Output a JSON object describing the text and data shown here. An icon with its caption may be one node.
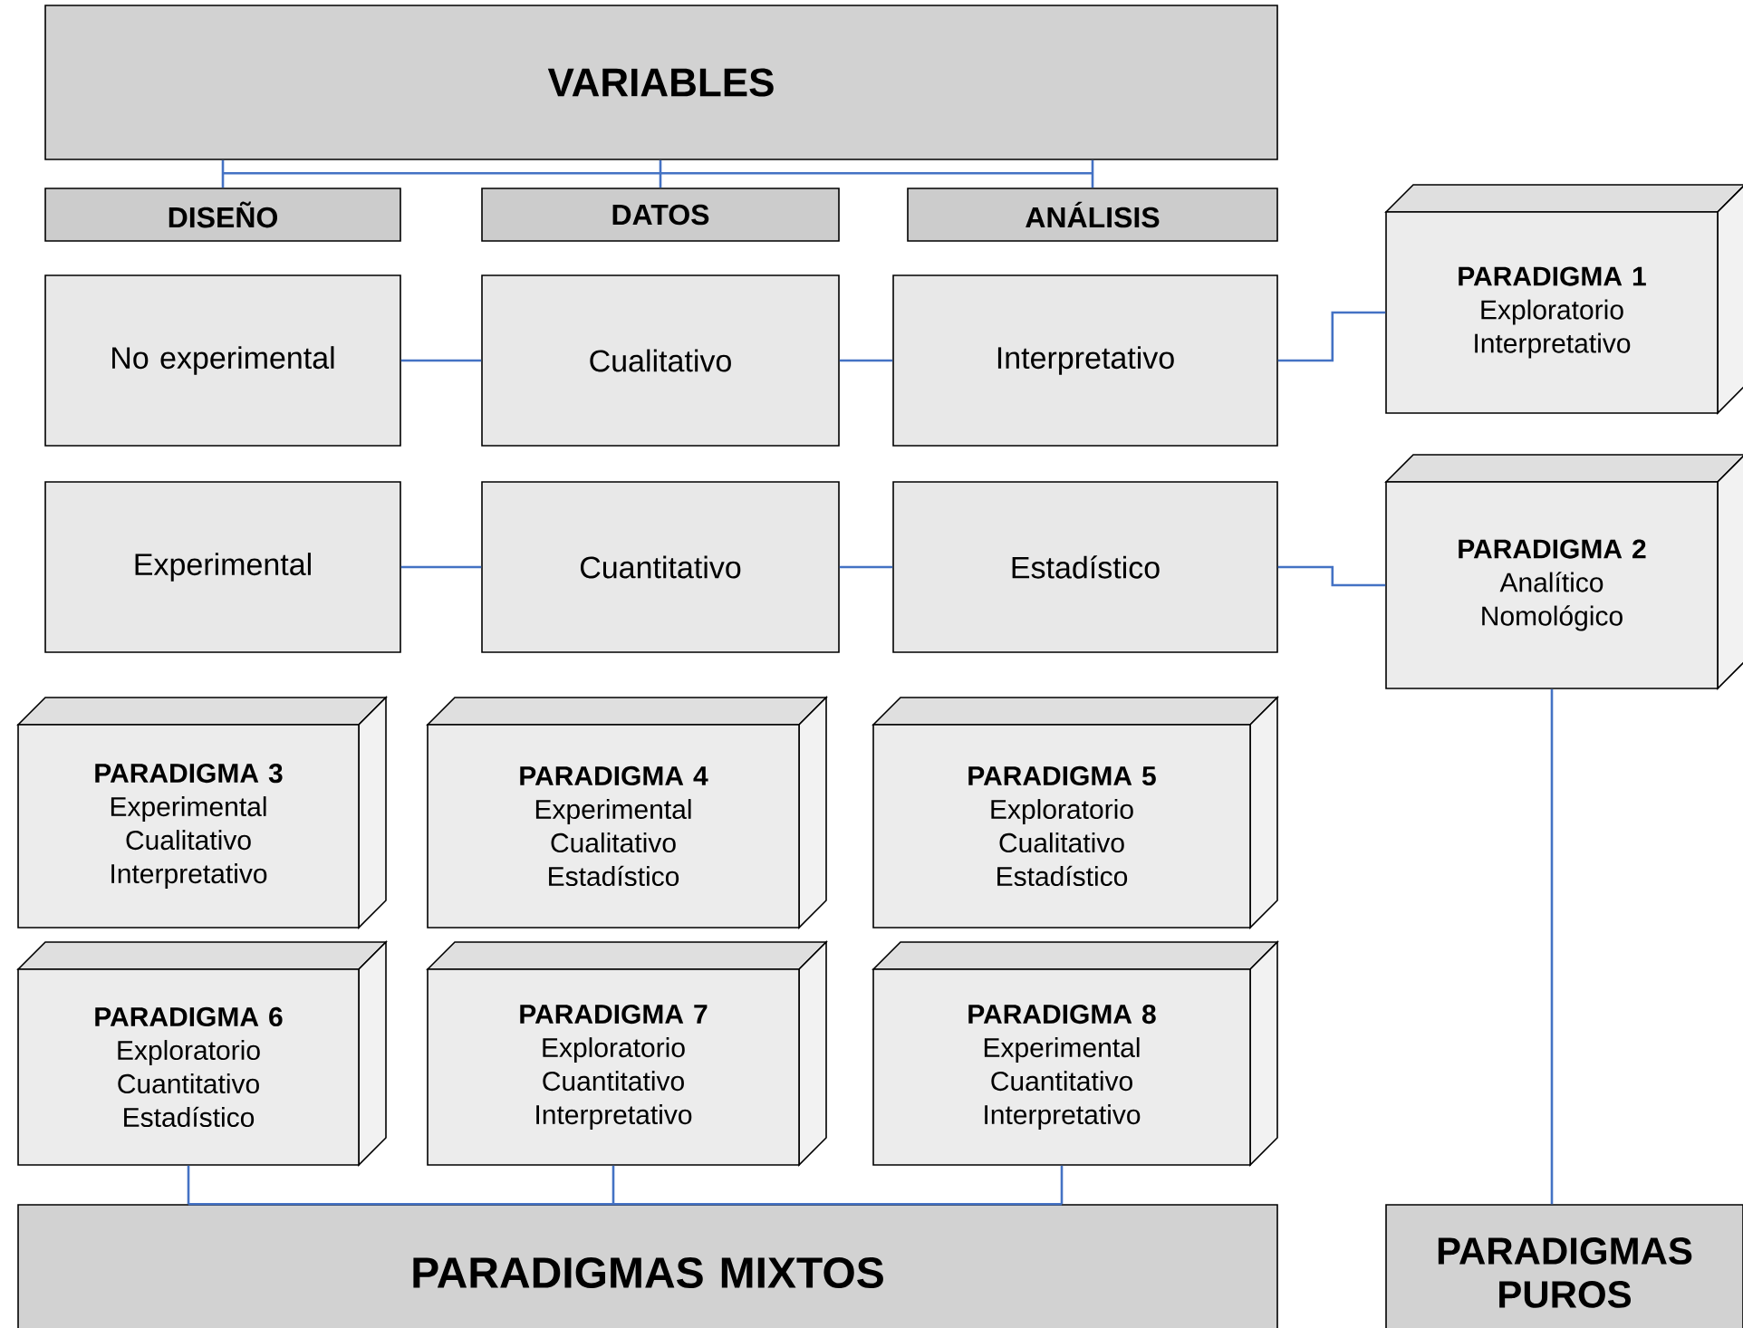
{
  "diagram": {
    "nodes": [
      {
        "text": [
          "VARIABLES"
        ]
      },
      {
        "text": [
          "DISEÑO"
        ]
      },
      {
        "text": [
          "DATOS"
        ]
      },
      {
        "text": [
          "ANÁLISIS"
        ]
      },
      {
        "text": [
          "No experimental"
        ]
      },
      {
        "text": [
          "Cualitativo"
        ]
      },
      {
        "text": [
          "Interpretativo"
        ]
      },
      {
        "text": [
          "PARADIGMA 1",
          "Exploratorio",
          "Interpretativo"
        ]
      },
      {
        "text": [
          "Experimental"
        ]
      },
      {
        "text": [
          "Cuantitativo"
        ]
      },
      {
        "text": [
          "Estadístico"
        ]
      },
      {
        "text": [
          "PARADIGMA 2",
          "Analítico",
          "Nomológico"
        ]
      },
      {
        "text": [
          "PARADIGMA 3",
          "Experimental",
          "Cualitativo",
          "Interpretativo"
        ]
      },
      {
        "text": [
          "PARADIGMA 4",
          "Experimental",
          "Cualitativo",
          "Estadístico"
        ]
      },
      {
        "text": [
          "PARADIGMA 5",
          "Exploratorio",
          "Cualitativo",
          "Estadístico"
        ]
      },
      {
        "text": [
          "PARADIGMA 6",
          "Exploratorio",
          "Cuantitativo",
          "Estadístico"
        ]
      },
      {
        "text": [
          "PARADIGMA 7",
          "Exploratorio",
          "Cuantitativo",
          "Interpretativo"
        ]
      },
      {
        "text": [
          "PARADIGMA 8",
          "Experimental",
          "Cuantitativo",
          "Interpretativo"
        ]
      },
      {
        "text": [
          "PARADIGMAS MIXTOS"
        ]
      },
      {
        "text": [
          "PARADIGMAS PUROS"
        ]
      }
    ],
    "edges": [
      {
        "from": 0,
        "to": 1,
        "arrow": "none"
      },
      {
        "from": 0,
        "to": 2,
        "arrow": "none"
      },
      {
        "from": 0,
        "to": 3,
        "arrow": "none"
      },
      {
        "from": 4,
        "to": 5,
        "arrow": "none"
      },
      {
        "from": 5,
        "to": 6,
        "arrow": "none"
      },
      {
        "from": 6,
        "to": 7,
        "arrow": "none"
      },
      {
        "from": 8,
        "to": 9,
        "arrow": "none"
      },
      {
        "from": 9,
        "to": 10,
        "arrow": "none"
      },
      {
        "from": 10,
        "to": 11,
        "arrow": "none"
      },
      {
        "from": 11,
        "to": 19,
        "arrow": "none"
      },
      {
        "from": 15,
        "to": 18,
        "arrow": "none"
      },
      {
        "from": 16,
        "to": 18,
        "arrow": "none"
      },
      {
        "from": 17,
        "to": 18,
        "arrow": "none"
      }
    ]
  }
}
